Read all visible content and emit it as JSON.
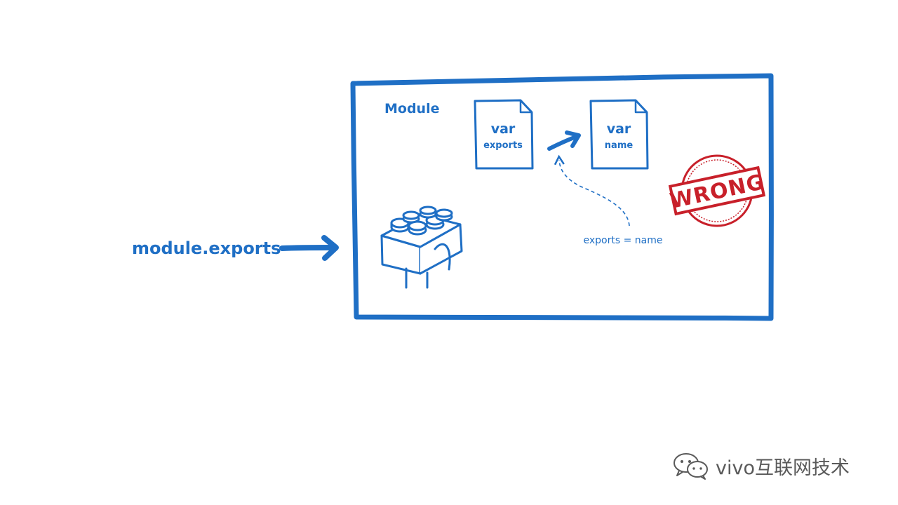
{
  "diagram": {
    "external_label": "module.exports",
    "module_title": "Module",
    "file_exports": {
      "keyword": "var",
      "name": "exports"
    },
    "file_name": {
      "keyword": "var",
      "name": "name"
    },
    "assignment_label": "exports = name",
    "stamp_text": "WRONG"
  },
  "watermark": {
    "text": "vivo互联网技术"
  },
  "colors": {
    "ink": "#1f6fc5",
    "stamp": "#c8202a",
    "watermark": "#5a5a5a"
  },
  "icons": {
    "module_icon": "lego-brick-icon",
    "watermark_icon": "wechat-icon"
  }
}
